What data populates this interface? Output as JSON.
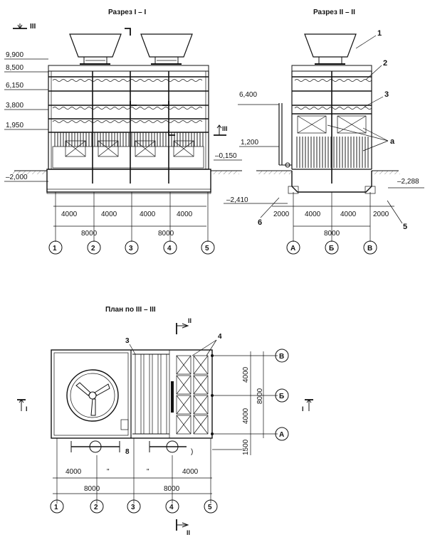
{
  "sections": {
    "s1_title": "Разрез I – I",
    "s2_title": "Разрез II – II",
    "plan_title": "План по III – III"
  },
  "cut_marks": {
    "iii": "III",
    "i": "I",
    "ii": "II"
  },
  "levels_left": [
    "9,900",
    "8,500",
    "6,150",
    "3,800",
    "1,950",
    "–2,000"
  ],
  "levels_mid": [
    "–0,150"
  ],
  "levels_right": [
    "6,400",
    "1,200",
    "–2,288",
    "–2,410"
  ],
  "dims_left": {
    "bays": [
      "4000",
      "4000",
      "4000",
      "4000"
    ],
    "spans": [
      "8000",
      "8000"
    ]
  },
  "dims_right": {
    "bays": [
      "2000",
      "4000",
      "4000",
      "2000"
    ],
    "span": "8000"
  },
  "axes_num": [
    "1",
    "2",
    "3",
    "4",
    "5"
  ],
  "axes_cyr": [
    "А",
    "Б",
    "В"
  ],
  "callouts": {
    "c1": "1",
    "c2": "2",
    "c3": "3",
    "c4": "4",
    "c5": "5",
    "c6": "6",
    "c8": "8",
    "a": "а",
    "i": ")"
  },
  "plan_dims": {
    "bay_left": "4000",
    "bay_right": "4000",
    "spans": [
      "8000",
      "8000"
    ],
    "side": [
      "4000",
      "4000"
    ],
    "side_total": "8000",
    "offset": "1500",
    "ditto": "\""
  }
}
